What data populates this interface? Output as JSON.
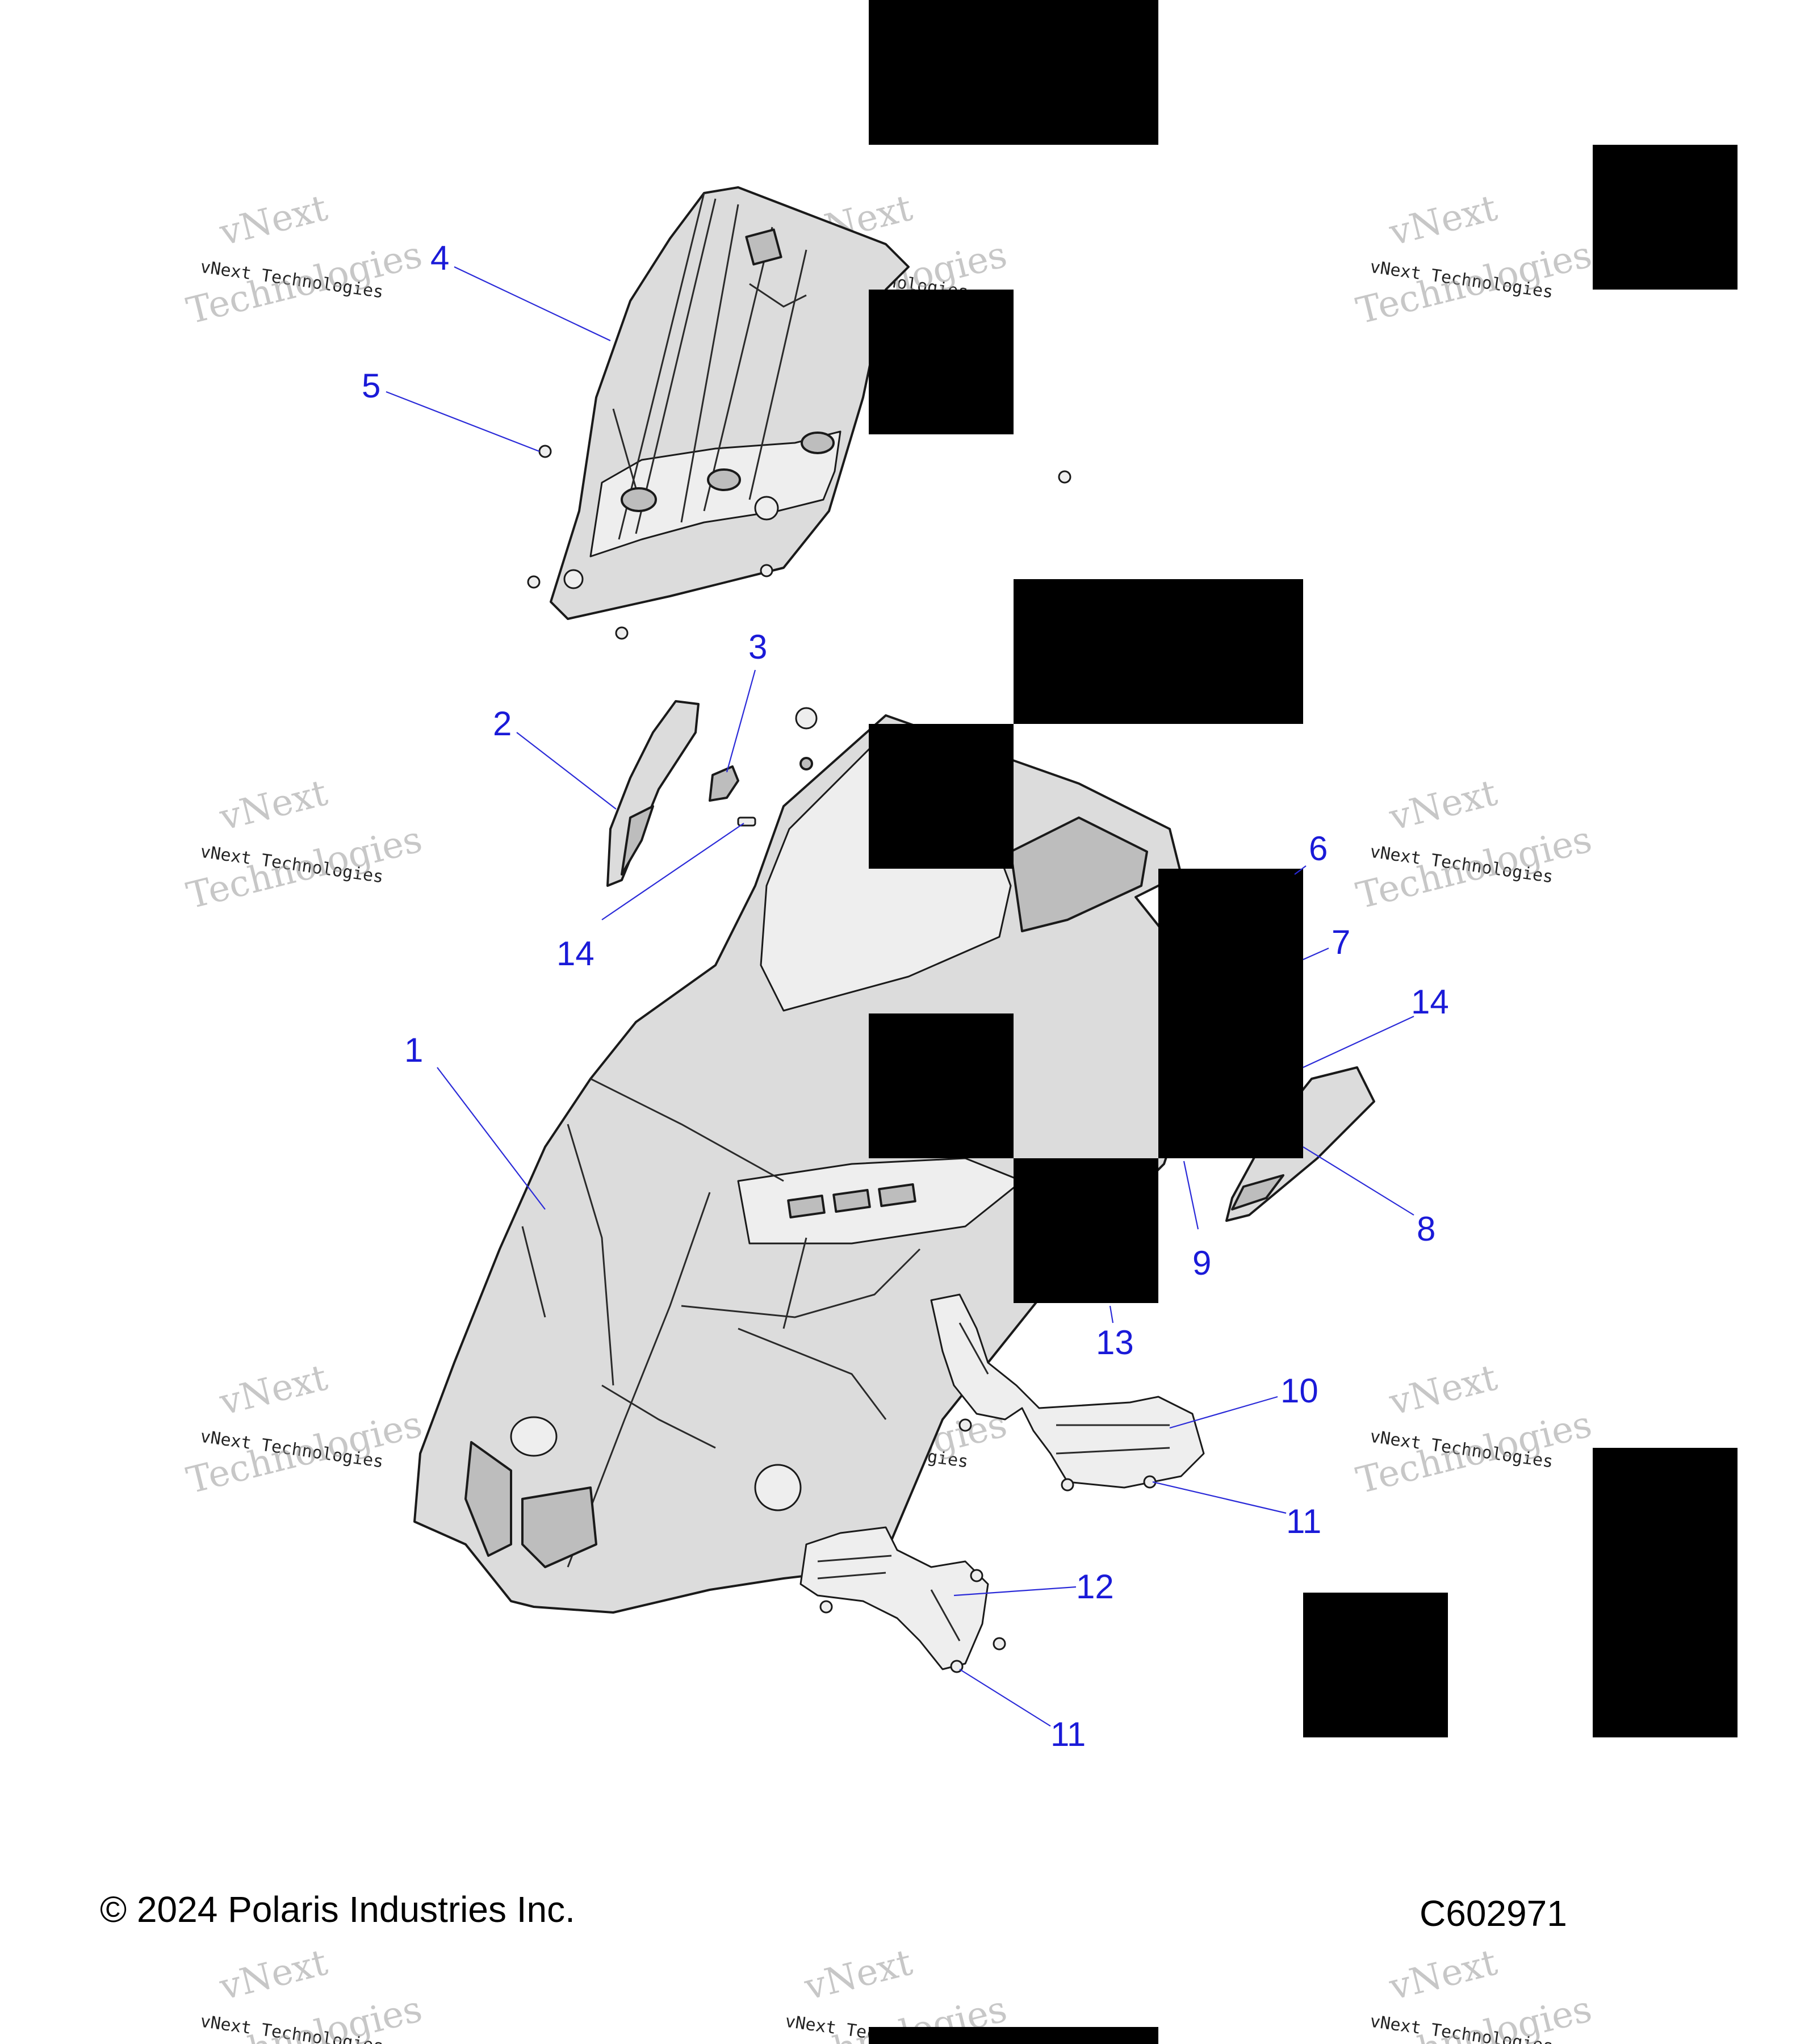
{
  "diagram": {
    "callouts": [
      {
        "id": "c4",
        "label": "4"
      },
      {
        "id": "c5",
        "label": "5"
      },
      {
        "id": "c3",
        "label": "3"
      },
      {
        "id": "c2",
        "label": "2"
      },
      {
        "id": "c14a",
        "label": "14"
      },
      {
        "id": "c1",
        "label": "1"
      },
      {
        "id": "c6",
        "label": "6"
      },
      {
        "id": "c7",
        "label": "7"
      },
      {
        "id": "c14b",
        "label": "14"
      },
      {
        "id": "c8",
        "label": "8"
      },
      {
        "id": "c9",
        "label": "9"
      },
      {
        "id": "c13",
        "label": "13"
      },
      {
        "id": "c10",
        "label": "10"
      },
      {
        "id": "c11a",
        "label": "11"
      },
      {
        "id": "c12",
        "label": "12"
      },
      {
        "id": "c11b",
        "label": "11"
      }
    ],
    "watermark": {
      "line1": "vNext",
      "line2": "vNext Technologies",
      "line3": "Technologies"
    }
  },
  "footer": {
    "copyright": "© 2024 Polaris Industries Inc.",
    "figure_code": "C602971"
  }
}
